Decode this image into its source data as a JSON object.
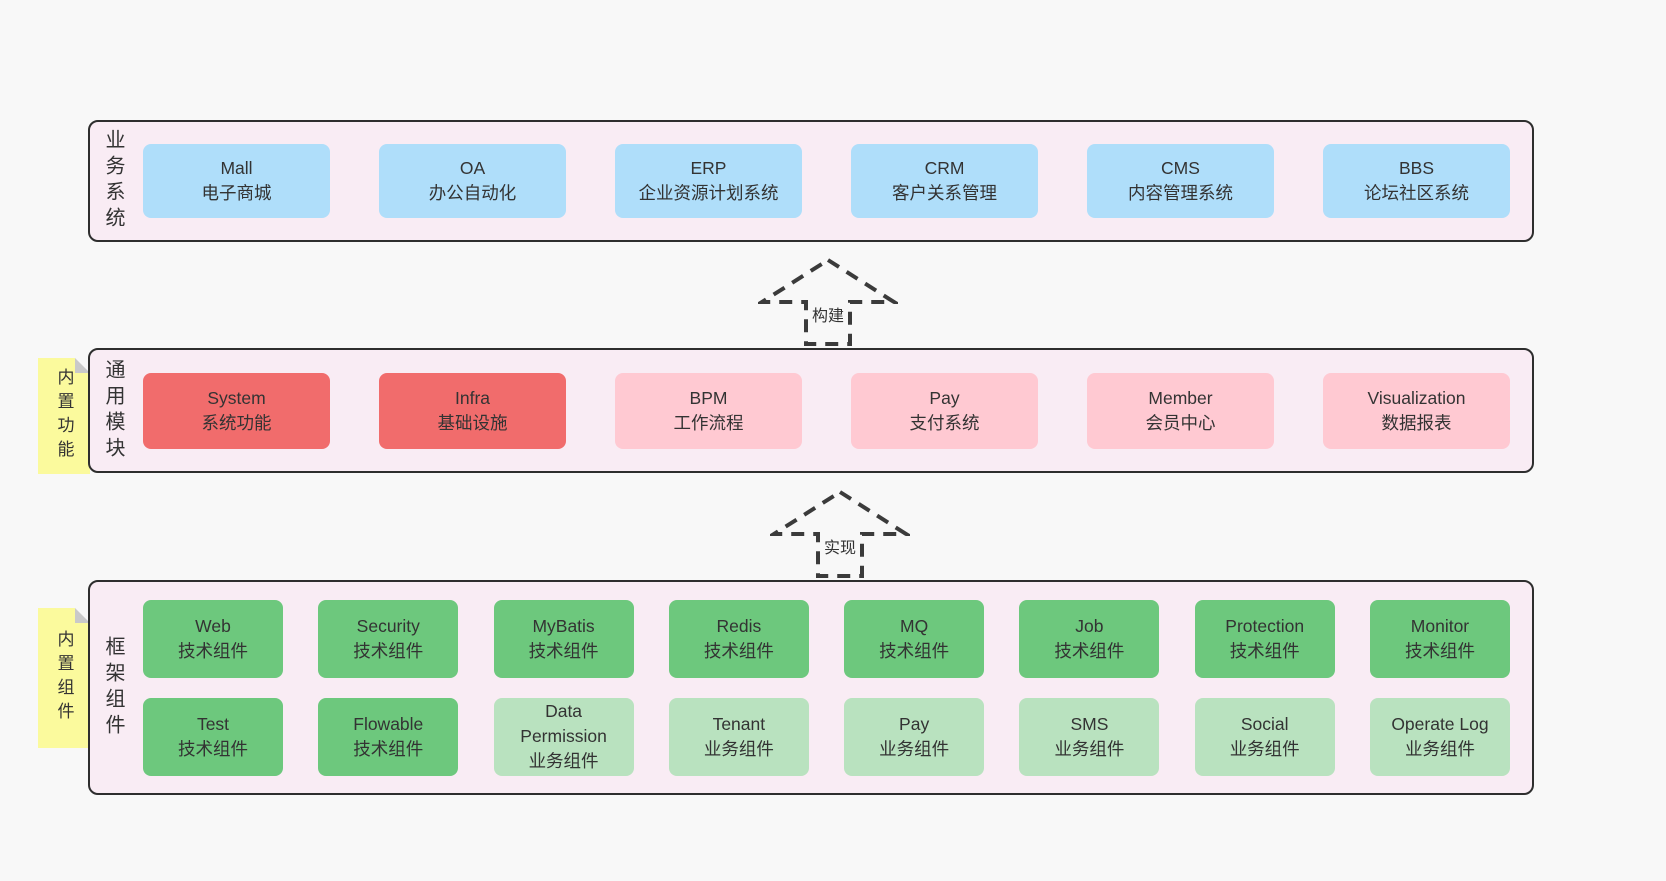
{
  "colors": {
    "page_bg": "#f8f8f8",
    "layer_bg": "#f9ecf4",
    "layer_border": "#2e2e2e",
    "box_blue": "#afdefa",
    "box_red": "#f16c6c",
    "box_pink": "#ffc9d2",
    "box_green": "#6dc87d",
    "box_light_green": "#b9e2bf",
    "sticky_yellow": "#fbfa9d",
    "sticky_fold": "#c9c9c9",
    "text": "#333333"
  },
  "arrows": [
    {
      "label": "构建"
    },
    {
      "label": "实现"
    }
  ],
  "layers": {
    "business": {
      "label": "业务系统",
      "boxes": [
        {
          "title": "Mall",
          "subtitle": "电子商城"
        },
        {
          "title": "OA",
          "subtitle": "办公自动化"
        },
        {
          "title": "ERP",
          "subtitle": "企业资源计划系统"
        },
        {
          "title": "CRM",
          "subtitle": "客户关系管理"
        },
        {
          "title": "CMS",
          "subtitle": "内容管理系统"
        },
        {
          "title": "BBS",
          "subtitle": "论坛社区系统"
        }
      ]
    },
    "modules": {
      "label": "通用模块",
      "sticky": "内置功能",
      "boxes": [
        {
          "title": "System",
          "subtitle": "系统功能",
          "variant": "red"
        },
        {
          "title": "Infra",
          "subtitle": "基础设施",
          "variant": "red"
        },
        {
          "title": "BPM",
          "subtitle": "工作流程",
          "variant": "pink"
        },
        {
          "title": "Pay",
          "subtitle": "支付系统",
          "variant": "pink"
        },
        {
          "title": "Member",
          "subtitle": "会员中心",
          "variant": "pink"
        },
        {
          "title": "Visualization",
          "subtitle": "数据报表",
          "variant": "pink"
        }
      ]
    },
    "framework": {
      "label": "框架组件",
      "sticky": "内置组件",
      "row1": [
        {
          "title": "Web",
          "subtitle": "技术组件"
        },
        {
          "title": "Security",
          "subtitle": "技术组件"
        },
        {
          "title": "MyBatis",
          "subtitle": "技术组件"
        },
        {
          "title": "Redis",
          "subtitle": "技术组件"
        },
        {
          "title": "MQ",
          "subtitle": "技术组件"
        },
        {
          "title": "Job",
          "subtitle": "技术组件"
        },
        {
          "title": "Protection",
          "subtitle": "技术组件"
        },
        {
          "title": "Monitor",
          "subtitle": "技术组件"
        }
      ],
      "row2": [
        {
          "title": "Test",
          "subtitle": "技术组件",
          "variant": "green"
        },
        {
          "title": "Flowable",
          "subtitle": "技术组件",
          "variant": "green"
        },
        {
          "title": "Data Permission",
          "subtitle": "业务组件",
          "variant": "lgreen"
        },
        {
          "title": "Tenant",
          "subtitle": "业务组件",
          "variant": "lgreen"
        },
        {
          "title": "Pay",
          "subtitle": "业务组件",
          "variant": "lgreen"
        },
        {
          "title": "SMS",
          "subtitle": "业务组件",
          "variant": "lgreen"
        },
        {
          "title": "Social",
          "subtitle": "业务组件",
          "variant": "lgreen"
        },
        {
          "title": "Operate Log",
          "subtitle": "业务组件",
          "variant": "lgreen"
        }
      ]
    }
  }
}
